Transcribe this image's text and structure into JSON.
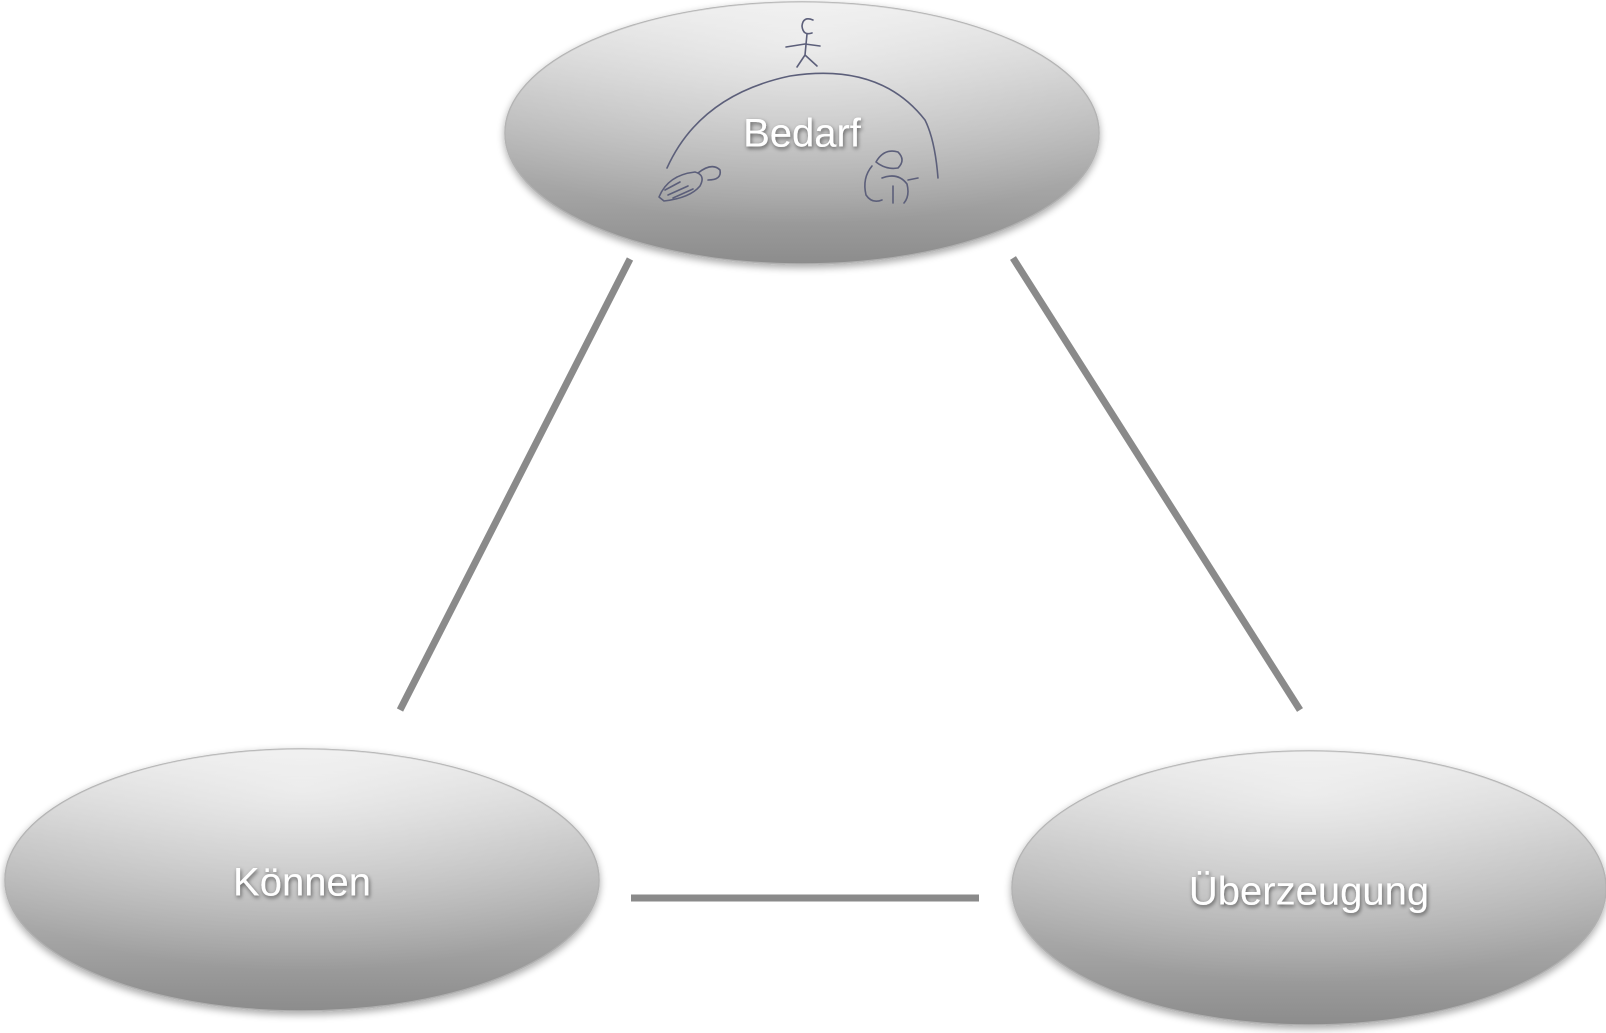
{
  "nodes": {
    "bedarf": {
      "label": "Bedarf"
    },
    "koennen": {
      "label": "Können"
    },
    "ueberzeugung": {
      "label": "Überzeugung"
    }
  },
  "colors": {
    "node_fill_top": "#e2e2e2",
    "node_fill_bottom": "#8e8e8e",
    "connector": "#8a8a8a",
    "label": "#ffffff",
    "sketch": "#5c5f7a"
  },
  "icons": {
    "bedarf_illustration": "hill-with-figures-sketch-icon"
  }
}
